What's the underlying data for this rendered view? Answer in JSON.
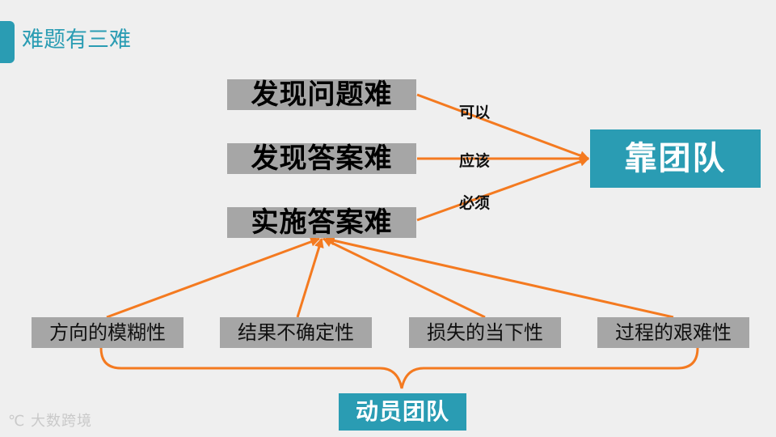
{
  "header": {
    "title": "难题有三难"
  },
  "difficulties": [
    "发现问题难",
    "发现答案难",
    "实施答案难"
  ],
  "connectors": [
    "可以",
    "应该",
    "必须"
  ],
  "target": {
    "label": "靠团队"
  },
  "factors": [
    "方向的模糊性",
    "结果不确定性",
    "损失的当下性",
    "过程的艰难性"
  ],
  "mobilize": {
    "label": "动员团队"
  },
  "watermark": {
    "text": "大数跨境"
  },
  "colors": {
    "accent": "#2a9cb3",
    "box_gray": "#a6a6a6",
    "arrow": "#f47a20",
    "background": "#efefef"
  }
}
